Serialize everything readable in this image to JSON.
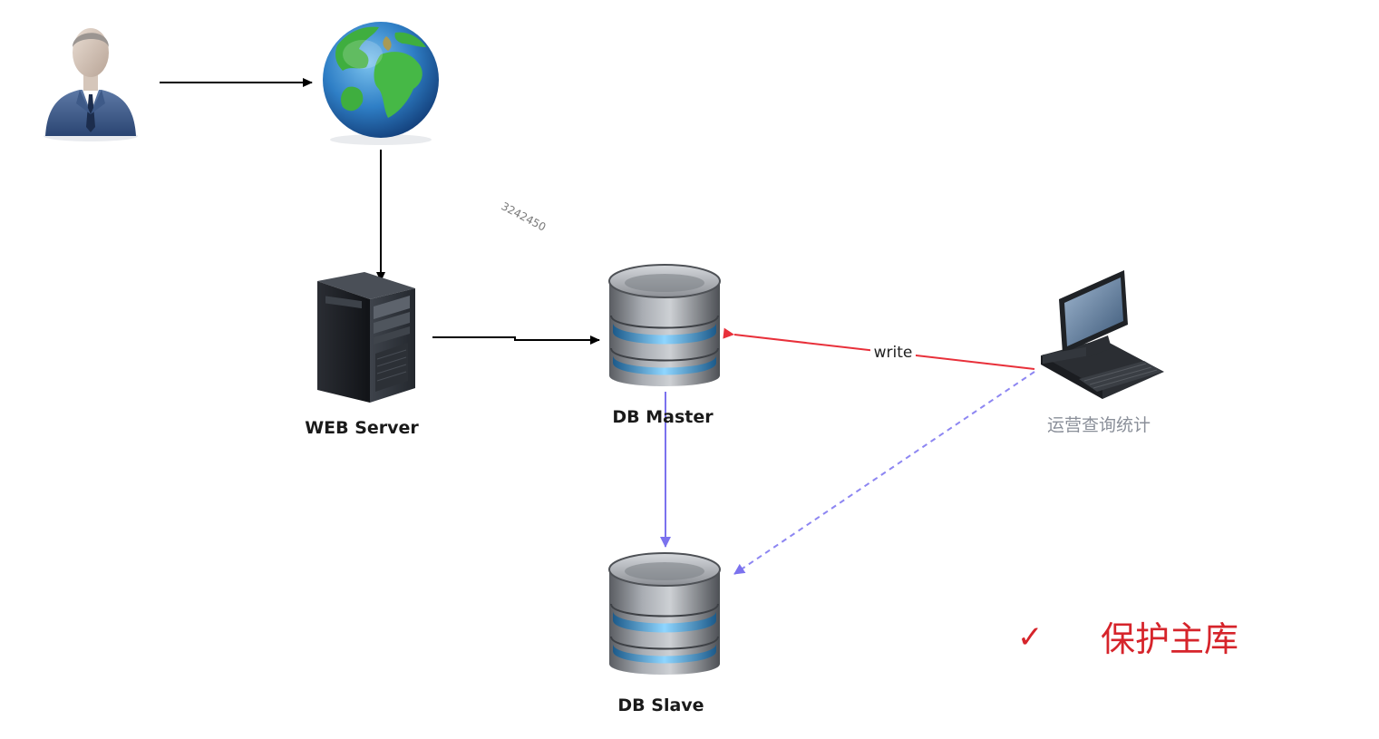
{
  "nodes": {
    "user": {
      "label": ""
    },
    "internet": {
      "label": ""
    },
    "web_server": {
      "label": "WEB Server"
    },
    "db_master": {
      "label": "DB Master"
    },
    "db_slave": {
      "label": "DB Slave"
    },
    "ops_terminal": {
      "label": "运营查询统计"
    }
  },
  "edges": {
    "ops_to_master": {
      "label": "write",
      "color": "#e8303a"
    },
    "master_to_slave": {
      "color": "#7b72ee"
    },
    "ops_to_slave": {
      "color": "#8d86f2"
    }
  },
  "watermark": "3242450",
  "callout": {
    "check_symbol": "✓",
    "text": "保护主库",
    "color": "#d6242b"
  },
  "icons": {
    "user": "businessman-icon",
    "internet": "globe-icon",
    "web_server": "server-tower-icon",
    "database": "database-cylinder-icon",
    "terminal": "desktop-computer-icon"
  }
}
